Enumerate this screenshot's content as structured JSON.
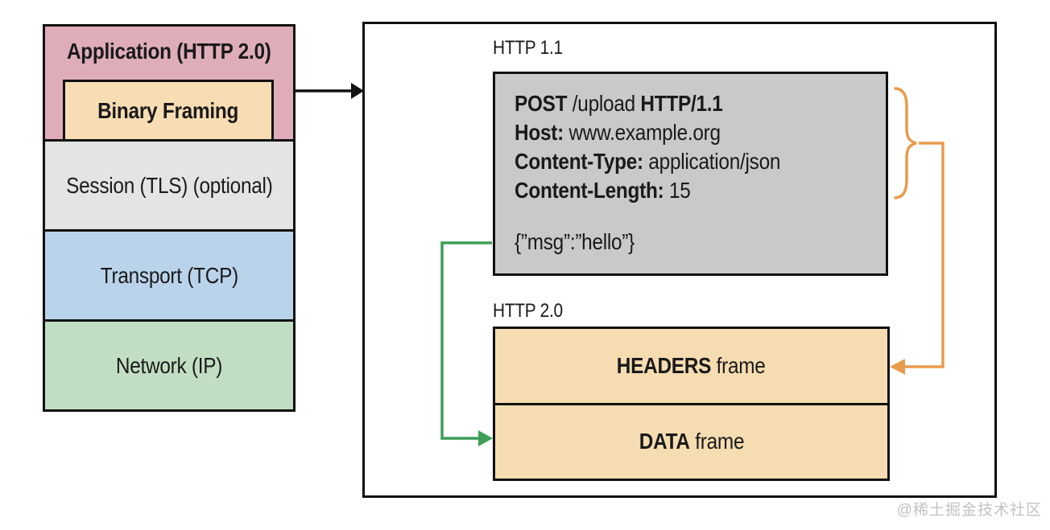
{
  "colors": {
    "background": "#ffffff",
    "border_black": "#111111",
    "arrow_black": "#111111",
    "arrow_orange": "#e89b4d",
    "arrow_green": "#3e9e57",
    "application_pink": "#deadb9",
    "binary_tan": "#f8ddb4",
    "session_gray": "#e4e4e3",
    "transport_blue": "#b9d3ea",
    "network_green": "#c1dec3",
    "request_gray": "#c9c9c9",
    "frame_tan": "#f6dcb1",
    "watermark_gray": "#c2c2c2"
  },
  "stack": {
    "application_label": "Application (HTTP 2.0)",
    "binary_label": "Binary Framing",
    "session_label": "Session (TLS) (optional)",
    "transport_label": "Transport (TCP)",
    "network_label": "Network (IP)"
  },
  "panel": {
    "http11_label": "HTTP 1.1",
    "http20_label": "HTTP 2.0",
    "request": {
      "method": "POST",
      "path": " /upload ",
      "version": "HTTP/1.1",
      "host_key": "Host:",
      "host_value": " www.example.org",
      "content_type_key": "Content-Type:",
      "content_type_value": " application/json",
      "content_length_key": "Content-Length:",
      "content_length_value": " 15",
      "body": "{”msg”:”hello”}"
    },
    "frames": {
      "headers_name": "HEADERS",
      "headers_suffix": " frame",
      "data_name": "DATA",
      "data_suffix": " frame"
    }
  },
  "watermark": "@稀土掘金技术社区"
}
